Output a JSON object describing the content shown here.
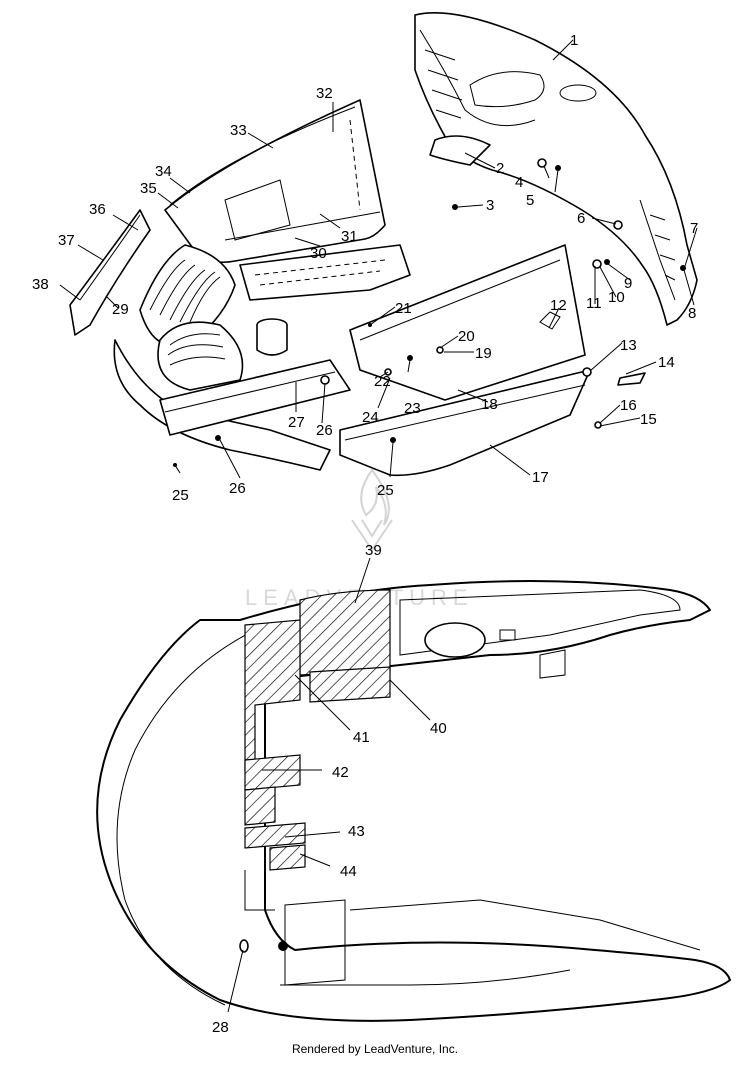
{
  "labels": [
    {
      "id": "1",
      "text": "1"
    },
    {
      "id": "2",
      "text": "2"
    },
    {
      "id": "3",
      "text": "3"
    },
    {
      "id": "4",
      "text": "4"
    },
    {
      "id": "5",
      "text": "5"
    },
    {
      "id": "6",
      "text": "6"
    },
    {
      "id": "7",
      "text": "7"
    },
    {
      "id": "8",
      "text": "8"
    },
    {
      "id": "9",
      "text": "9"
    },
    {
      "id": "10",
      "text": "10"
    },
    {
      "id": "11",
      "text": "11"
    },
    {
      "id": "12",
      "text": "12"
    },
    {
      "id": "13",
      "text": "13"
    },
    {
      "id": "14",
      "text": "14"
    },
    {
      "id": "15",
      "text": "15"
    },
    {
      "id": "16",
      "text": "16"
    },
    {
      "id": "17",
      "text": "17"
    },
    {
      "id": "18",
      "text": "18"
    },
    {
      "id": "19",
      "text": "19"
    },
    {
      "id": "20",
      "text": "20"
    },
    {
      "id": "21",
      "text": "21"
    },
    {
      "id": "22",
      "text": "22"
    },
    {
      "id": "23",
      "text": "23"
    },
    {
      "id": "24",
      "text": "24"
    },
    {
      "id": "25a",
      "text": "25"
    },
    {
      "id": "25b",
      "text": "25"
    },
    {
      "id": "26a",
      "text": "26"
    },
    {
      "id": "26b",
      "text": "26"
    },
    {
      "id": "27",
      "text": "27"
    },
    {
      "id": "28",
      "text": "28"
    },
    {
      "id": "29",
      "text": "29"
    },
    {
      "id": "30",
      "text": "30"
    },
    {
      "id": "31",
      "text": "31"
    },
    {
      "id": "32",
      "text": "32"
    },
    {
      "id": "33",
      "text": "33"
    },
    {
      "id": "34",
      "text": "34"
    },
    {
      "id": "35",
      "text": "35"
    },
    {
      "id": "36",
      "text": "36"
    },
    {
      "id": "37",
      "text": "37"
    },
    {
      "id": "38",
      "text": "38"
    },
    {
      "id": "39",
      "text": "39"
    },
    {
      "id": "40",
      "text": "40"
    },
    {
      "id": "41",
      "text": "41"
    },
    {
      "id": "42",
      "text": "42"
    },
    {
      "id": "43",
      "text": "43"
    },
    {
      "id": "44",
      "text": "44"
    }
  ],
  "watermark": "LEADVENTURE",
  "footer": "Rendered by LeadVenture, Inc."
}
